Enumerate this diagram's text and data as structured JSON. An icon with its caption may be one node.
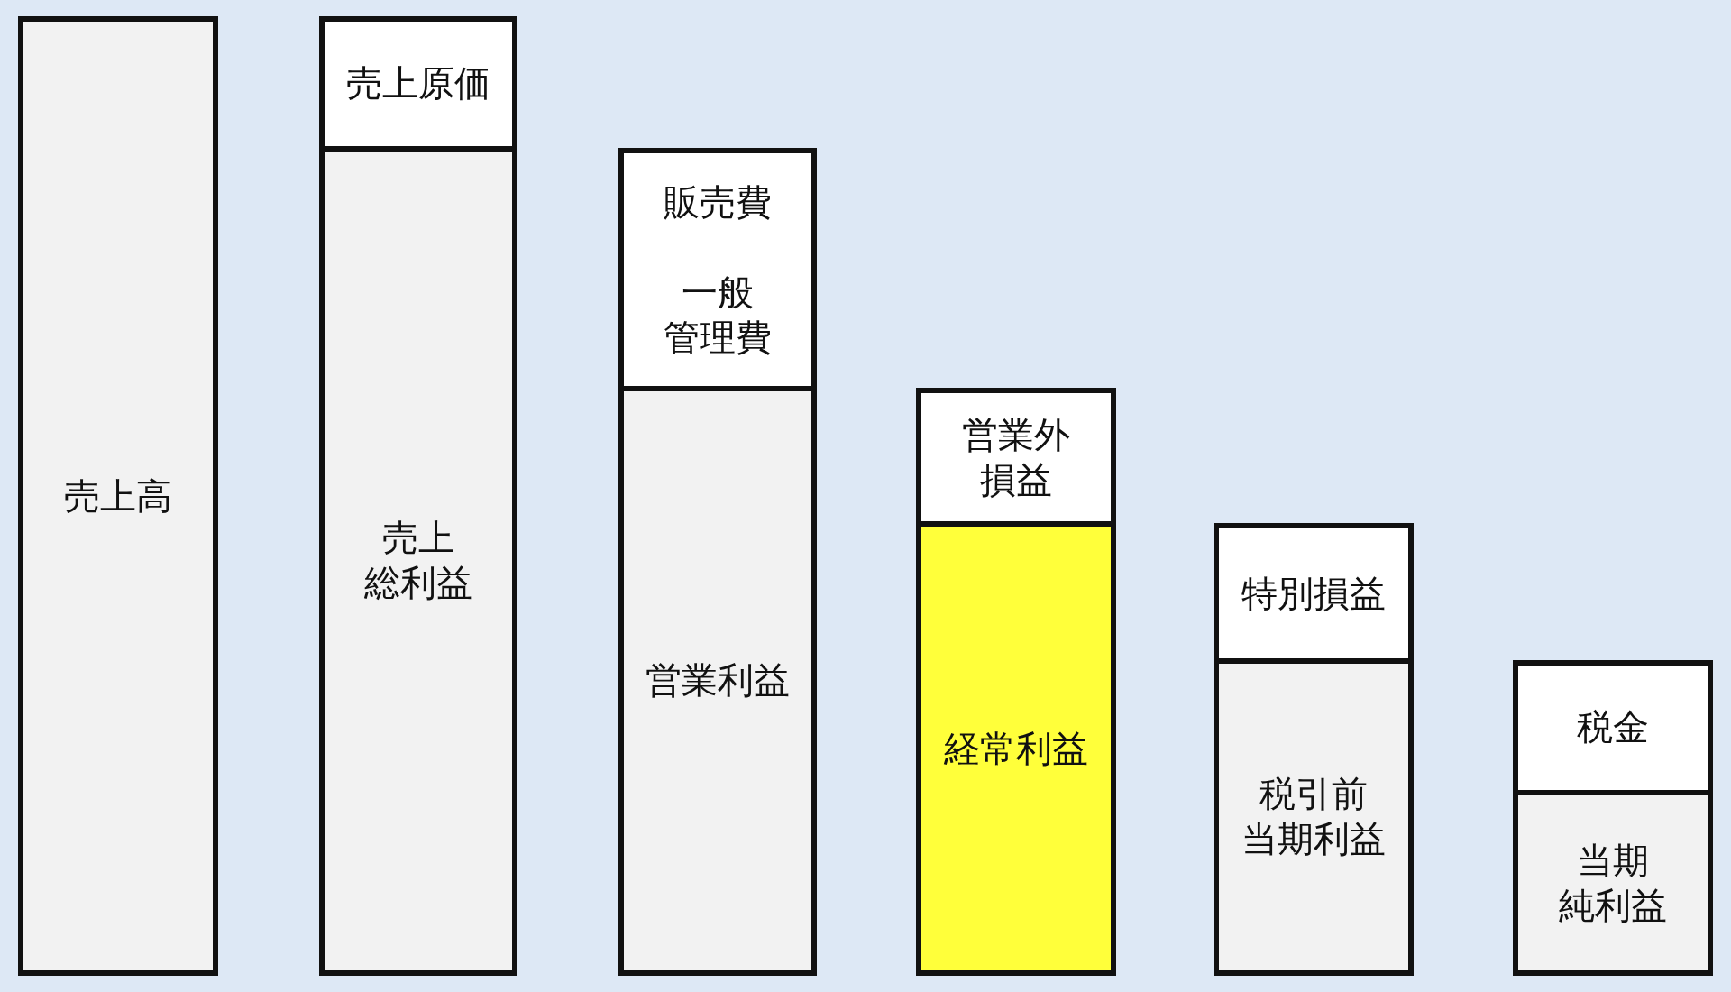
{
  "diagram": {
    "nodes": [
      {
        "text": [
          "売上高"
        ]
      },
      {
        "text": [
          "売上原価"
        ]
      },
      {
        "text": [
          "売上総利益"
        ]
      },
      {
        "text": [
          "販売費",
          "一般管理費"
        ]
      },
      {
        "text": [
          "営業利益"
        ]
      },
      {
        "text": [
          "営業外損益"
        ]
      },
      {
        "text": [
          "経常利益"
        ]
      },
      {
        "text": [
          "特別損益"
        ]
      },
      {
        "text": [
          "税引前当期利益"
        ]
      },
      {
        "text": [
          "税金"
        ]
      },
      {
        "text": [
          "当期純利益"
        ]
      }
    ]
  }
}
